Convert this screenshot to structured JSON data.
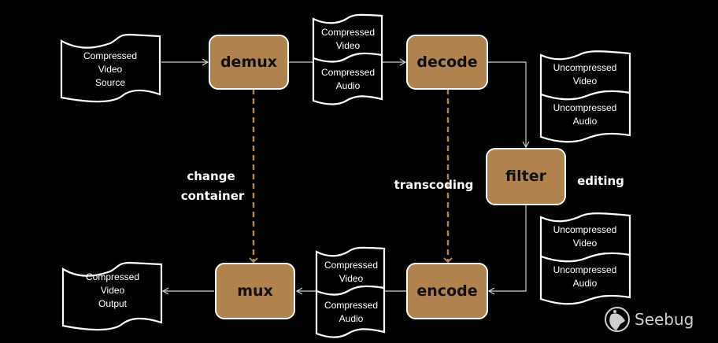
{
  "nodes": {
    "source_doc": [
      "Compressed",
      "Video",
      "Source"
    ],
    "demux": "demux",
    "demux_out_video": [
      "Compressed",
      "Video"
    ],
    "demux_out_audio": [
      "Compressed",
      "Audio"
    ],
    "decode": "decode",
    "decode_out_video": [
      "Uncompressed",
      "Video"
    ],
    "decode_out_audio": [
      "Uncompressed",
      "Audio"
    ],
    "filter": "filter",
    "filter_out_video": [
      "Uncompressed",
      "Video"
    ],
    "filter_out_audio": [
      "Uncompressed",
      "Audio"
    ],
    "encode": "encode",
    "encode_out_video": [
      "Compressed",
      "Video"
    ],
    "encode_out_audio": [
      "Compressed",
      "Audio"
    ],
    "mux": "mux",
    "output_doc": [
      "Compressed",
      "Video",
      "Output"
    ]
  },
  "annotations": {
    "change_container": [
      "change",
      "container"
    ],
    "transcoding": "transcoding",
    "editing": "editing"
  },
  "watermark": "Seebug",
  "colors": {
    "process_fill": "#b0824d",
    "background": "#000000",
    "dashed_link": "#b0824d"
  }
}
